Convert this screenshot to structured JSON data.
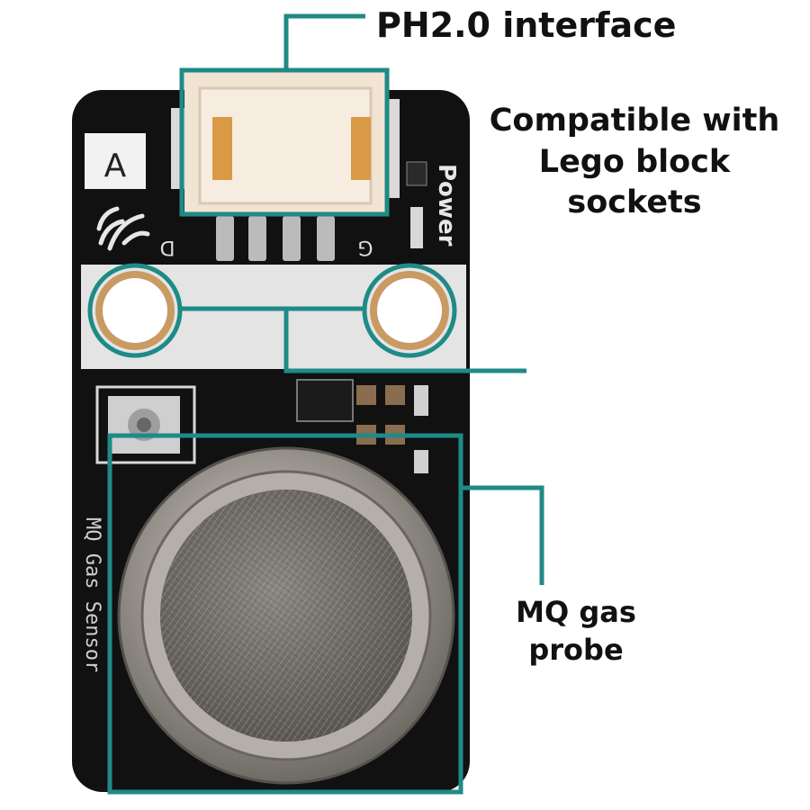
{
  "callouts": {
    "ph_interface": "PH2.0 interface",
    "lego_compat": "Compatible with Lego block sockets",
    "mq_probe": "MQ gas probe"
  },
  "board": {
    "corner_letter": "A",
    "power_label": "Power",
    "pin_left": "D",
    "pin_right": "G",
    "side_text": "MQ Gas Sensor"
  },
  "colors": {
    "callout_line": "#1f8a86",
    "pcb": "#111111",
    "silkscreen": "#d8d8d8",
    "connector": "#f1e4d2",
    "metal": "#a7a39c"
  }
}
